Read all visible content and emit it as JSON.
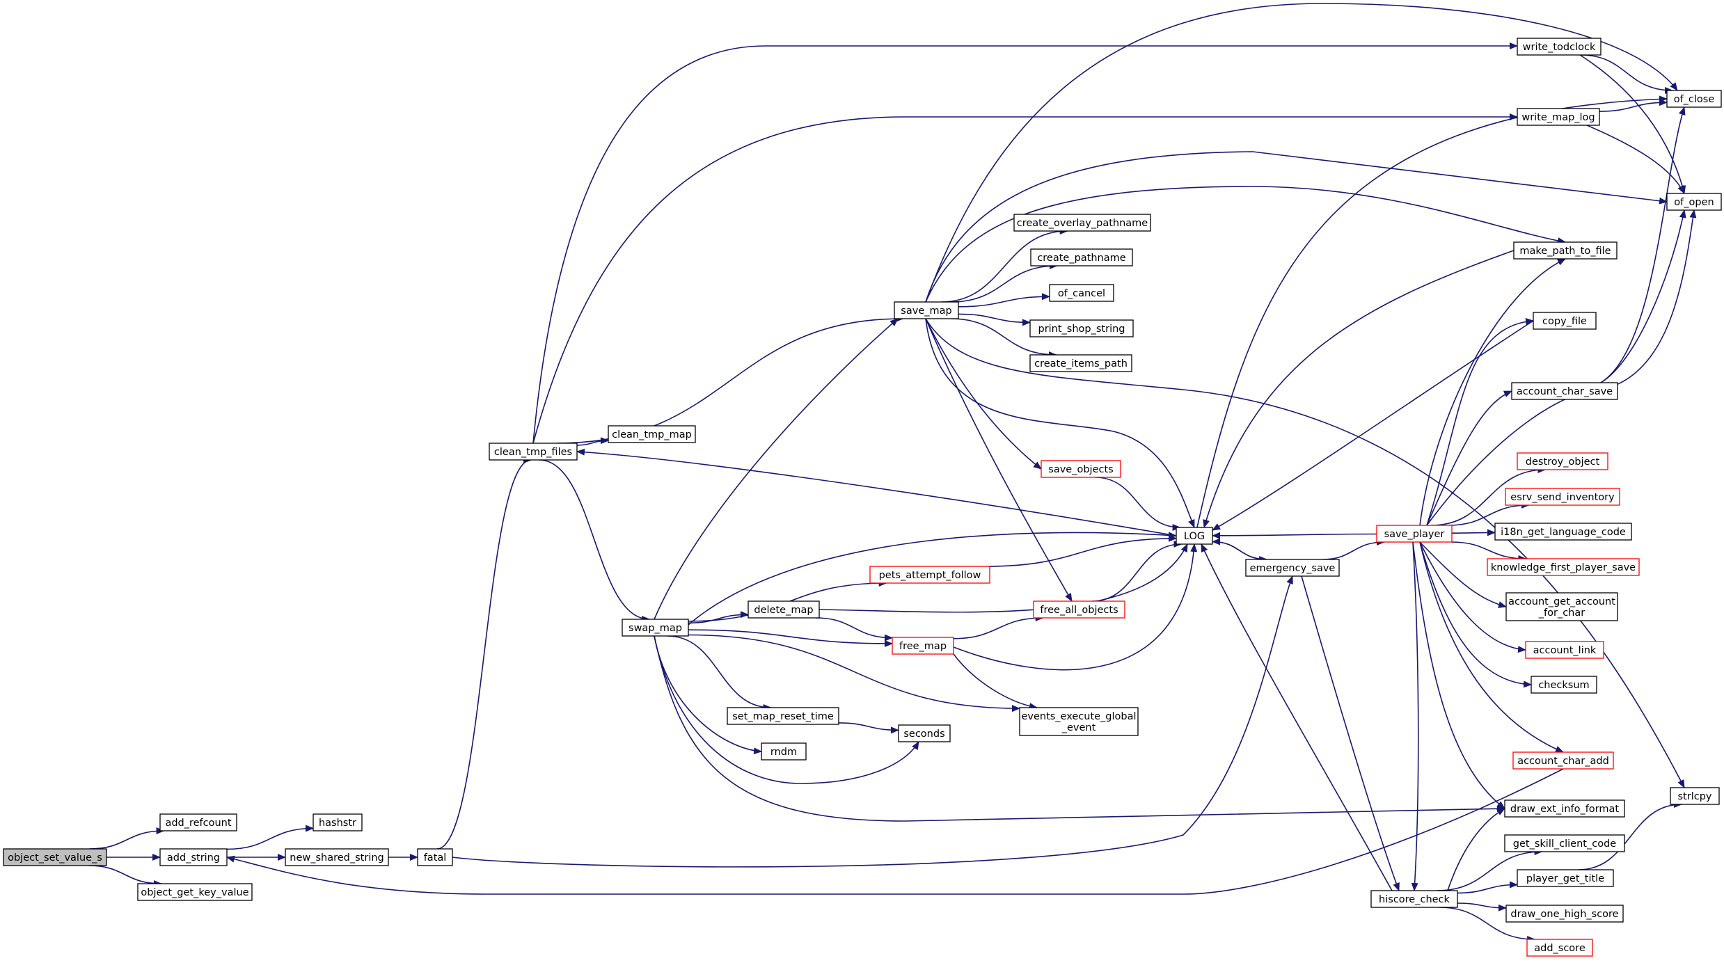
{
  "colors": {
    "edge": "#191970",
    "node_border": "#000000",
    "node_border_incomplete": "#ff0000",
    "focus_fill": "#bfbfbf",
    "node_fill": "#ffffff",
    "text": "#000000"
  },
  "nodes": [
    {
      "id": "object_set_value_s",
      "label": [
        "object_set_value_s"
      ],
      "style": "focus"
    },
    {
      "id": "add_refcount",
      "label": [
        "add_refcount"
      ],
      "style": "normal"
    },
    {
      "id": "add_string",
      "label": [
        "add_string"
      ],
      "style": "normal"
    },
    {
      "id": "object_get_key_value",
      "label": [
        "object_get_key_value"
      ],
      "style": "normal"
    },
    {
      "id": "hashstr",
      "label": [
        "hashstr"
      ],
      "style": "normal"
    },
    {
      "id": "new_shared_string",
      "label": [
        "new_shared_string"
      ],
      "style": "normal"
    },
    {
      "id": "fatal",
      "label": [
        "fatal"
      ],
      "style": "normal"
    },
    {
      "id": "clean_tmp_files",
      "label": [
        "clean_tmp_files"
      ],
      "style": "normal"
    },
    {
      "id": "clean_tmp_map",
      "label": [
        "clean_tmp_map"
      ],
      "style": "normal"
    },
    {
      "id": "swap_map",
      "label": [
        "swap_map"
      ],
      "style": "normal"
    },
    {
      "id": "save_map",
      "label": [
        "save_map"
      ],
      "style": "normal"
    },
    {
      "id": "create_overlay_pathname",
      "label": [
        "create_overlay_pathname"
      ],
      "style": "normal"
    },
    {
      "id": "create_pathname",
      "label": [
        "create_pathname"
      ],
      "style": "normal"
    },
    {
      "id": "of_cancel",
      "label": [
        "of_cancel"
      ],
      "style": "normal"
    },
    {
      "id": "print_shop_string",
      "label": [
        "print_shop_string"
      ],
      "style": "normal"
    },
    {
      "id": "create_items_path",
      "label": [
        "create_items_path"
      ],
      "style": "normal"
    },
    {
      "id": "save_objects",
      "label": [
        "save_objects"
      ],
      "style": "incomplete"
    },
    {
      "id": "pets_attempt_follow",
      "label": [
        "pets_attempt_follow"
      ],
      "style": "incomplete"
    },
    {
      "id": "delete_map",
      "label": [
        "delete_map"
      ],
      "style": "normal"
    },
    {
      "id": "free_all_objects",
      "label": [
        "free_all_objects"
      ],
      "style": "incomplete"
    },
    {
      "id": "free_map",
      "label": [
        "free_map"
      ],
      "style": "incomplete"
    },
    {
      "id": "set_map_reset_time",
      "label": [
        "set_map_reset_time"
      ],
      "style": "normal"
    },
    {
      "id": "seconds",
      "label": [
        "seconds"
      ],
      "style": "normal"
    },
    {
      "id": "rndm",
      "label": [
        "rndm"
      ],
      "style": "normal"
    },
    {
      "id": "events_execute_global_event",
      "label": [
        "events_execute_global",
        "_event"
      ],
      "style": "normal"
    },
    {
      "id": "LOG",
      "label": [
        "LOG"
      ],
      "style": "normal"
    },
    {
      "id": "emergency_save",
      "label": [
        "emergency_save"
      ],
      "style": "normal"
    },
    {
      "id": "save_player",
      "label": [
        "save_player"
      ],
      "style": "incomplete"
    },
    {
      "id": "hiscore_check",
      "label": [
        "hiscore_check"
      ],
      "style": "normal"
    },
    {
      "id": "write_todclock",
      "label": [
        "write_todclock"
      ],
      "style": "normal"
    },
    {
      "id": "write_map_log",
      "label": [
        "write_map_log"
      ],
      "style": "normal"
    },
    {
      "id": "of_close",
      "label": [
        "of_close"
      ],
      "style": "normal"
    },
    {
      "id": "of_open",
      "label": [
        "of_open"
      ],
      "style": "normal"
    },
    {
      "id": "make_path_to_file",
      "label": [
        "make_path_to_file"
      ],
      "style": "normal"
    },
    {
      "id": "copy_file",
      "label": [
        "copy_file"
      ],
      "style": "normal"
    },
    {
      "id": "account_char_save",
      "label": [
        "account_char_save"
      ],
      "style": "normal"
    },
    {
      "id": "destroy_object",
      "label": [
        "destroy_object"
      ],
      "style": "incomplete"
    },
    {
      "id": "esrv_send_inventory",
      "label": [
        "esrv_send_inventory"
      ],
      "style": "incomplete"
    },
    {
      "id": "i18n_get_language_code",
      "label": [
        "i18n_get_language_code"
      ],
      "style": "normal"
    },
    {
      "id": "knowledge_first_player_save",
      "label": [
        "knowledge_first_player_save"
      ],
      "style": "incomplete"
    },
    {
      "id": "account_get_account_for_char",
      "label": [
        "account_get_account",
        "_for_char"
      ],
      "style": "normal"
    },
    {
      "id": "account_link",
      "label": [
        "account_link"
      ],
      "style": "incomplete"
    },
    {
      "id": "checksum",
      "label": [
        "checksum"
      ],
      "style": "normal"
    },
    {
      "id": "account_char_add",
      "label": [
        "account_char_add"
      ],
      "style": "incomplete"
    },
    {
      "id": "draw_ext_info_format",
      "label": [
        "draw_ext_info_format"
      ],
      "style": "normal"
    },
    {
      "id": "strlcpy",
      "label": [
        "strlcpy"
      ],
      "style": "normal"
    },
    {
      "id": "get_skill_client_code",
      "label": [
        "get_skill_client_code"
      ],
      "style": "normal"
    },
    {
      "id": "player_get_title",
      "label": [
        "player_get_title"
      ],
      "style": "normal"
    },
    {
      "id": "draw_one_high_score",
      "label": [
        "draw_one_high_score"
      ],
      "style": "normal"
    },
    {
      "id": "add_score",
      "label": [
        "add_score"
      ],
      "style": "incomplete"
    }
  ],
  "edges": [
    [
      "object_set_value_s",
      "add_refcount"
    ],
    [
      "object_set_value_s",
      "add_string"
    ],
    [
      "object_set_value_s",
      "object_get_key_value"
    ],
    [
      "add_string",
      "hashstr"
    ],
    [
      "add_string",
      "new_shared_string"
    ],
    [
      "new_shared_string",
      "fatal"
    ],
    [
      "fatal",
      "clean_tmp_files"
    ],
    [
      "fatal",
      "emergency_save"
    ],
    [
      "clean_tmp_files",
      "clean_tmp_map"
    ],
    [
      "clean_tmp_files",
      "save_map"
    ],
    [
      "clean_tmp_files",
      "swap_map"
    ],
    [
      "clean_tmp_files",
      "write_todclock"
    ],
    [
      "clean_tmp_files",
      "write_map_log"
    ],
    [
      "swap_map",
      "save_map"
    ],
    [
      "swap_map",
      "LOG"
    ],
    [
      "swap_map",
      "pets_attempt_follow"
    ],
    [
      "swap_map",
      "delete_map"
    ],
    [
      "swap_map",
      "free_map"
    ],
    [
      "swap_map",
      "events_execute_global_event"
    ],
    [
      "swap_map",
      "set_map_reset_time"
    ],
    [
      "swap_map",
      "rndm"
    ],
    [
      "swap_map",
      "seconds"
    ],
    [
      "swap_map",
      "draw_ext_info_format"
    ],
    [
      "save_map",
      "create_overlay_pathname"
    ],
    [
      "save_map",
      "create_pathname"
    ],
    [
      "save_map",
      "of_cancel"
    ],
    [
      "save_map",
      "print_shop_string"
    ],
    [
      "save_map",
      "create_items_path"
    ],
    [
      "save_map",
      "save_objects"
    ],
    [
      "save_map",
      "LOG"
    ],
    [
      "save_map",
      "free_all_objects"
    ],
    [
      "save_map",
      "of_close"
    ],
    [
      "save_map",
      "of_open"
    ],
    [
      "save_map",
      "make_path_to_file"
    ],
    [
      "save_map",
      "strlcpy"
    ],
    [
      "save_objects",
      "LOG"
    ],
    [
      "pets_attempt_follow",
      "LOG"
    ],
    [
      "delete_map",
      "free_map"
    ],
    [
      "delete_map",
      "LOG"
    ],
    [
      "free_map",
      "free_all_objects"
    ],
    [
      "free_map",
      "LOG"
    ],
    [
      "free_map",
      "events_execute_global_event"
    ],
    [
      "free_all_objects",
      "LOG"
    ],
    [
      "set_map_reset_time",
      "seconds"
    ],
    [
      "LOG",
      "clean_tmp_files"
    ],
    [
      "LOG",
      "emergency_save"
    ],
    [
      "LOG",
      "of_close"
    ],
    [
      "emergency_save",
      "LOG"
    ],
    [
      "emergency_save",
      "save_player"
    ],
    [
      "emergency_save",
      "hiscore_check"
    ],
    [
      "save_player",
      "LOG"
    ],
    [
      "save_player",
      "make_path_to_file"
    ],
    [
      "save_player",
      "copy_file"
    ],
    [
      "save_player",
      "account_char_save"
    ],
    [
      "save_player",
      "of_open"
    ],
    [
      "save_player",
      "destroy_object"
    ],
    [
      "save_player",
      "esrv_send_inventory"
    ],
    [
      "save_player",
      "i18n_get_language_code"
    ],
    [
      "save_player",
      "knowledge_first_player_save"
    ],
    [
      "save_player",
      "account_get_account_for_char"
    ],
    [
      "save_player",
      "account_link"
    ],
    [
      "save_player",
      "checksum"
    ],
    [
      "save_player",
      "account_char_add"
    ],
    [
      "save_player",
      "draw_ext_info_format"
    ],
    [
      "save_player",
      "hiscore_check"
    ],
    [
      "make_path_to_file",
      "LOG"
    ],
    [
      "copy_file",
      "LOG"
    ],
    [
      "account_char_save",
      "of_close"
    ],
    [
      "account_char_save",
      "of_open"
    ],
    [
      "account_char_add",
      "add_string"
    ],
    [
      "write_todclock",
      "of_close"
    ],
    [
      "write_todclock",
      "of_open"
    ],
    [
      "write_map_log",
      "of_close"
    ],
    [
      "write_map_log",
      "of_open"
    ],
    [
      "hiscore_check",
      "LOG"
    ],
    [
      "hiscore_check",
      "draw_ext_info_format"
    ],
    [
      "hiscore_check",
      "get_skill_client_code"
    ],
    [
      "hiscore_check",
      "player_get_title"
    ],
    [
      "hiscore_check",
      "draw_one_high_score"
    ],
    [
      "hiscore_check",
      "add_score"
    ],
    [
      "player_get_title",
      "strlcpy"
    ]
  ]
}
